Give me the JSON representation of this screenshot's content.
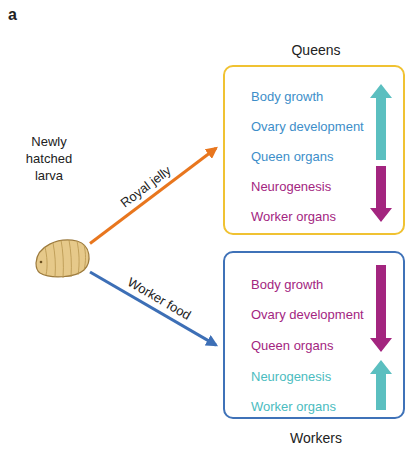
{
  "diagram": {
    "nodes": [
      {
        "text": [
          "Newly hatched larva"
        ]
      },
      {
        "text": [
          "Queens",
          "Body growth",
          "Ovary development",
          "Queen organs",
          "Neurogenesis",
          "Worker organs"
        ]
      },
      {
        "text": [
          "Body growth",
          "Ovary development",
          "Queen organs",
          "Neurogenesis",
          "Worker organs",
          "Workers"
        ]
      }
    ],
    "edges": [
      {
        "from": 0,
        "to": 1,
        "label": "Royal jelly",
        "arrow": "to"
      },
      {
        "from": 0,
        "to": 2,
        "label": "Worker food",
        "arrow": "to"
      }
    ],
    "labels": [
      "a"
    ]
  }
}
